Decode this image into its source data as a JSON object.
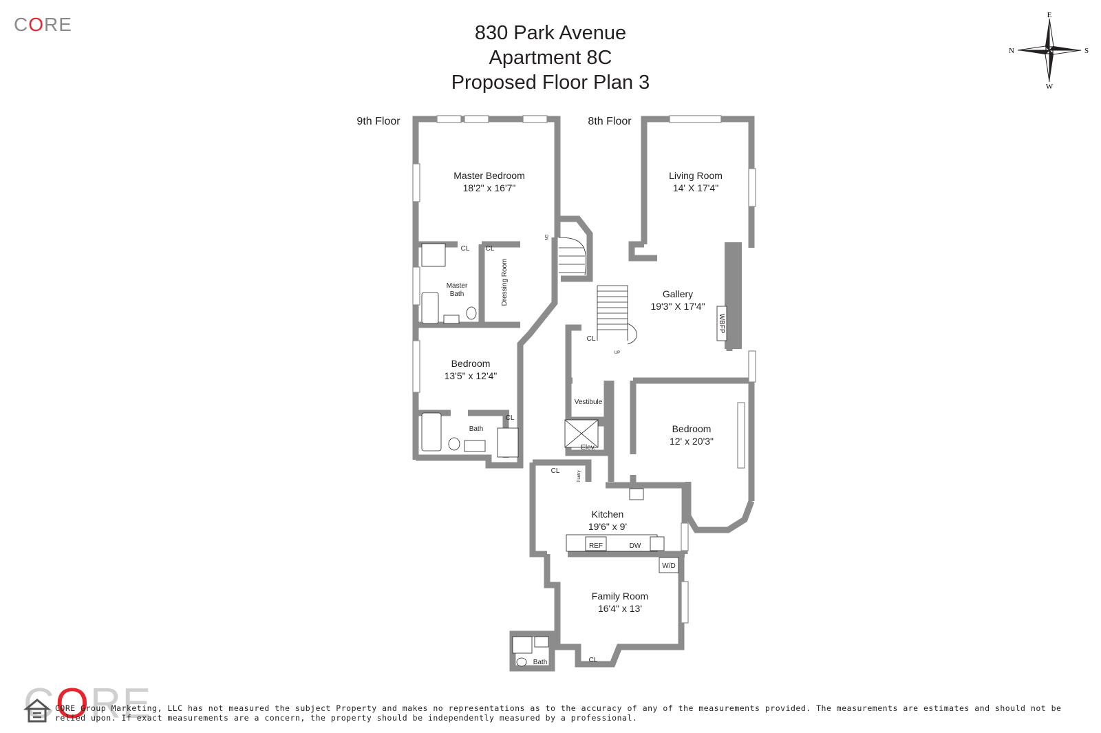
{
  "brand": {
    "logo_text_pre": "C",
    "logo_text_o": "O",
    "logo_text_post": "RE",
    "accent_color": "#e8242c",
    "wall_color": "#8c8c8c"
  },
  "title": {
    "line1": "830 Park Avenue",
    "line2": "Apartment 8C",
    "line3": "Proposed Floor Plan 3"
  },
  "compass": {
    "north": "N",
    "south": "S",
    "east": "E",
    "west": "W"
  },
  "floors": {
    "upper": "9th Floor",
    "lower": "8th Floor"
  },
  "rooms": {
    "master_bedroom": {
      "name": "Master Bedroom",
      "size": "18'2\" x 16'7\""
    },
    "master_bath": {
      "name_line1": "Master",
      "name_line2": "Bath"
    },
    "dressing_room": {
      "name": "Dressing Room"
    },
    "bedroom_9": {
      "name": "Bedroom",
      "size": "13'5\" x 12'4\""
    },
    "bath_9": {
      "name": "Bath"
    },
    "living_room": {
      "name": "Living Room",
      "size": "14' X 17'4\""
    },
    "gallery": {
      "name": "Gallery",
      "size": "19'3\" X 17'4\""
    },
    "wbfp": {
      "name": "WBFP"
    },
    "vestibule": {
      "name": "Vestibule"
    },
    "elevator": {
      "name": "Elev."
    },
    "bedroom_8": {
      "name": "Bedroom",
      "size": "12' x 20'3\""
    },
    "kitchen": {
      "name": "Kitchen",
      "size": "19'6\" x 9'"
    },
    "pantry": {
      "name": "Pantry"
    },
    "family_room": {
      "name": "Family Room",
      "size": "16'4\" x 13'"
    },
    "bath_8": {
      "name": "Bath"
    }
  },
  "labels": {
    "closet": "CL",
    "refrigerator": "REF",
    "dishwasher": "DW",
    "washer_dryer": "W/D",
    "stair_up": "UP",
    "stair_dn": "DN"
  },
  "disclaimer": "CORE Group Marketing, LLC has not measured the subject Property and makes no representations as to the accuracy of any of the measurements provided. The measurements are estimates and should not be relied upon. If exact measurements are a concern, the property should be independently measured by a professional."
}
